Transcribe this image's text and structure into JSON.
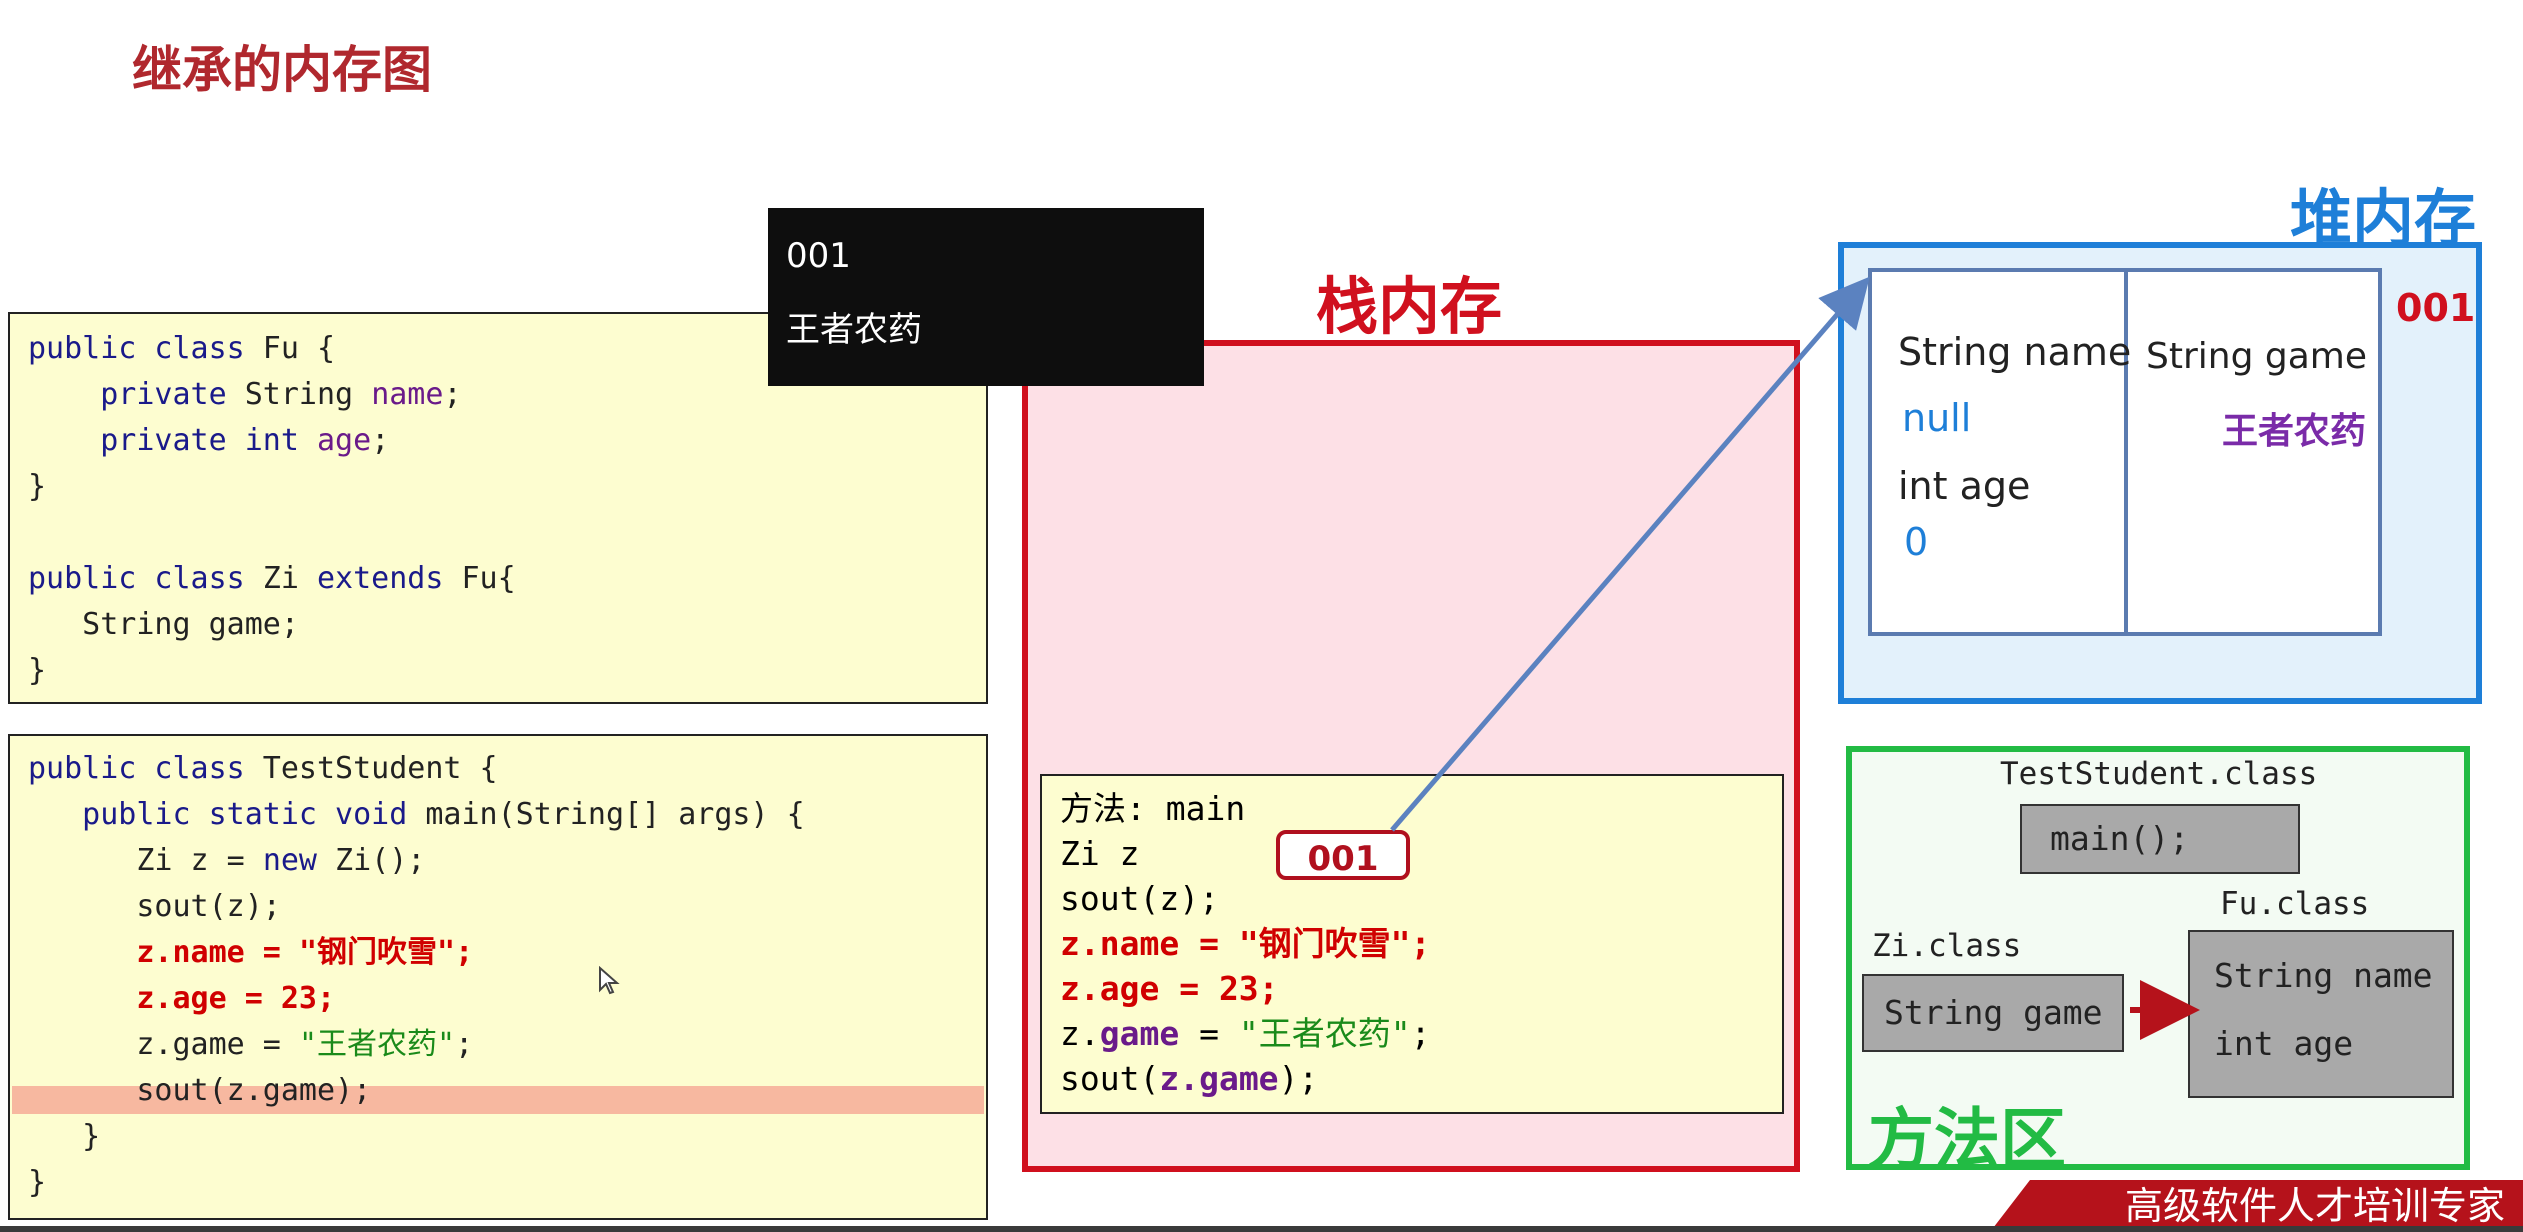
{
  "title": "继承的内存图",
  "tooltip": {
    "line1": "001",
    "line2": "王者农药"
  },
  "code_top": {
    "l1a": "public class",
    "l1b": " Fu {",
    "l2a": "    private",
    "l2b": " String ",
    "l2c": "name",
    "l2d": ";",
    "l3a": "    private int",
    "l3b": " age",
    "l3c": ";",
    "l4": "}",
    "l6a": "public class",
    "l6b": " Zi ",
    "l6c": "extends",
    "l6d": " Fu{",
    "l7": "   String game;",
    "l8": "}"
  },
  "code_bottom": {
    "l1a": "public class",
    "l1b": " TestStudent {",
    "l2a": "   public static void",
    "l2b": " main(String[] args) {",
    "l3a": "      Zi z = ",
    "l3b": "new",
    "l3c": " Zi();",
    "l4": "      sout(z);",
    "l5a": "      z.name = ",
    "l5b": "\"钢门吹雪\"",
    "l5c": ";",
    "l6": "      z.age = 23;",
    "l7a": "      z.game = ",
    "l7b": "\"王者农药\"",
    "l7c": ";",
    "l8": "      sout(z.game);",
    "l9": "   }",
    "l10": "}"
  },
  "stack": {
    "title": "栈内存",
    "f1": "方法: main",
    "f2": "Zi z",
    "ref": "001",
    "f3": "sout(z);",
    "f4a": "z.name = ",
    "f4b": "\"钢门吹雪\"",
    "f4c": ";",
    "f5": "z.age = 23;",
    "f6a": "z.",
    "f6b": "game",
    "f6c": " = ",
    "f6d": "\"王者农药\"",
    "f6e": ";",
    "f7a": "sout(",
    "f7b": "z.game",
    "f7c": ");"
  },
  "heap": {
    "title": "堆内存",
    "addr": "001",
    "name_label": "String name",
    "name_val": "null",
    "age_label": "int age",
    "age_val": "0",
    "game_label": "String game",
    "game_val": "王者农药"
  },
  "method_area": {
    "title": "方法区",
    "test_class": "TestStudent.class",
    "main_method": "main();",
    "fu_class": "Fu.class",
    "zi_class": "Zi.class",
    "zi_field": "String game",
    "fu_field1": "String name",
    "fu_field2": "int age"
  },
  "banner": "高级软件人才培训专家",
  "colors": {
    "accent_red": "#d0101e",
    "heap_blue": "#1e7fd8",
    "method_green": "#22bb44",
    "code_bg": "#fdfdd0"
  }
}
